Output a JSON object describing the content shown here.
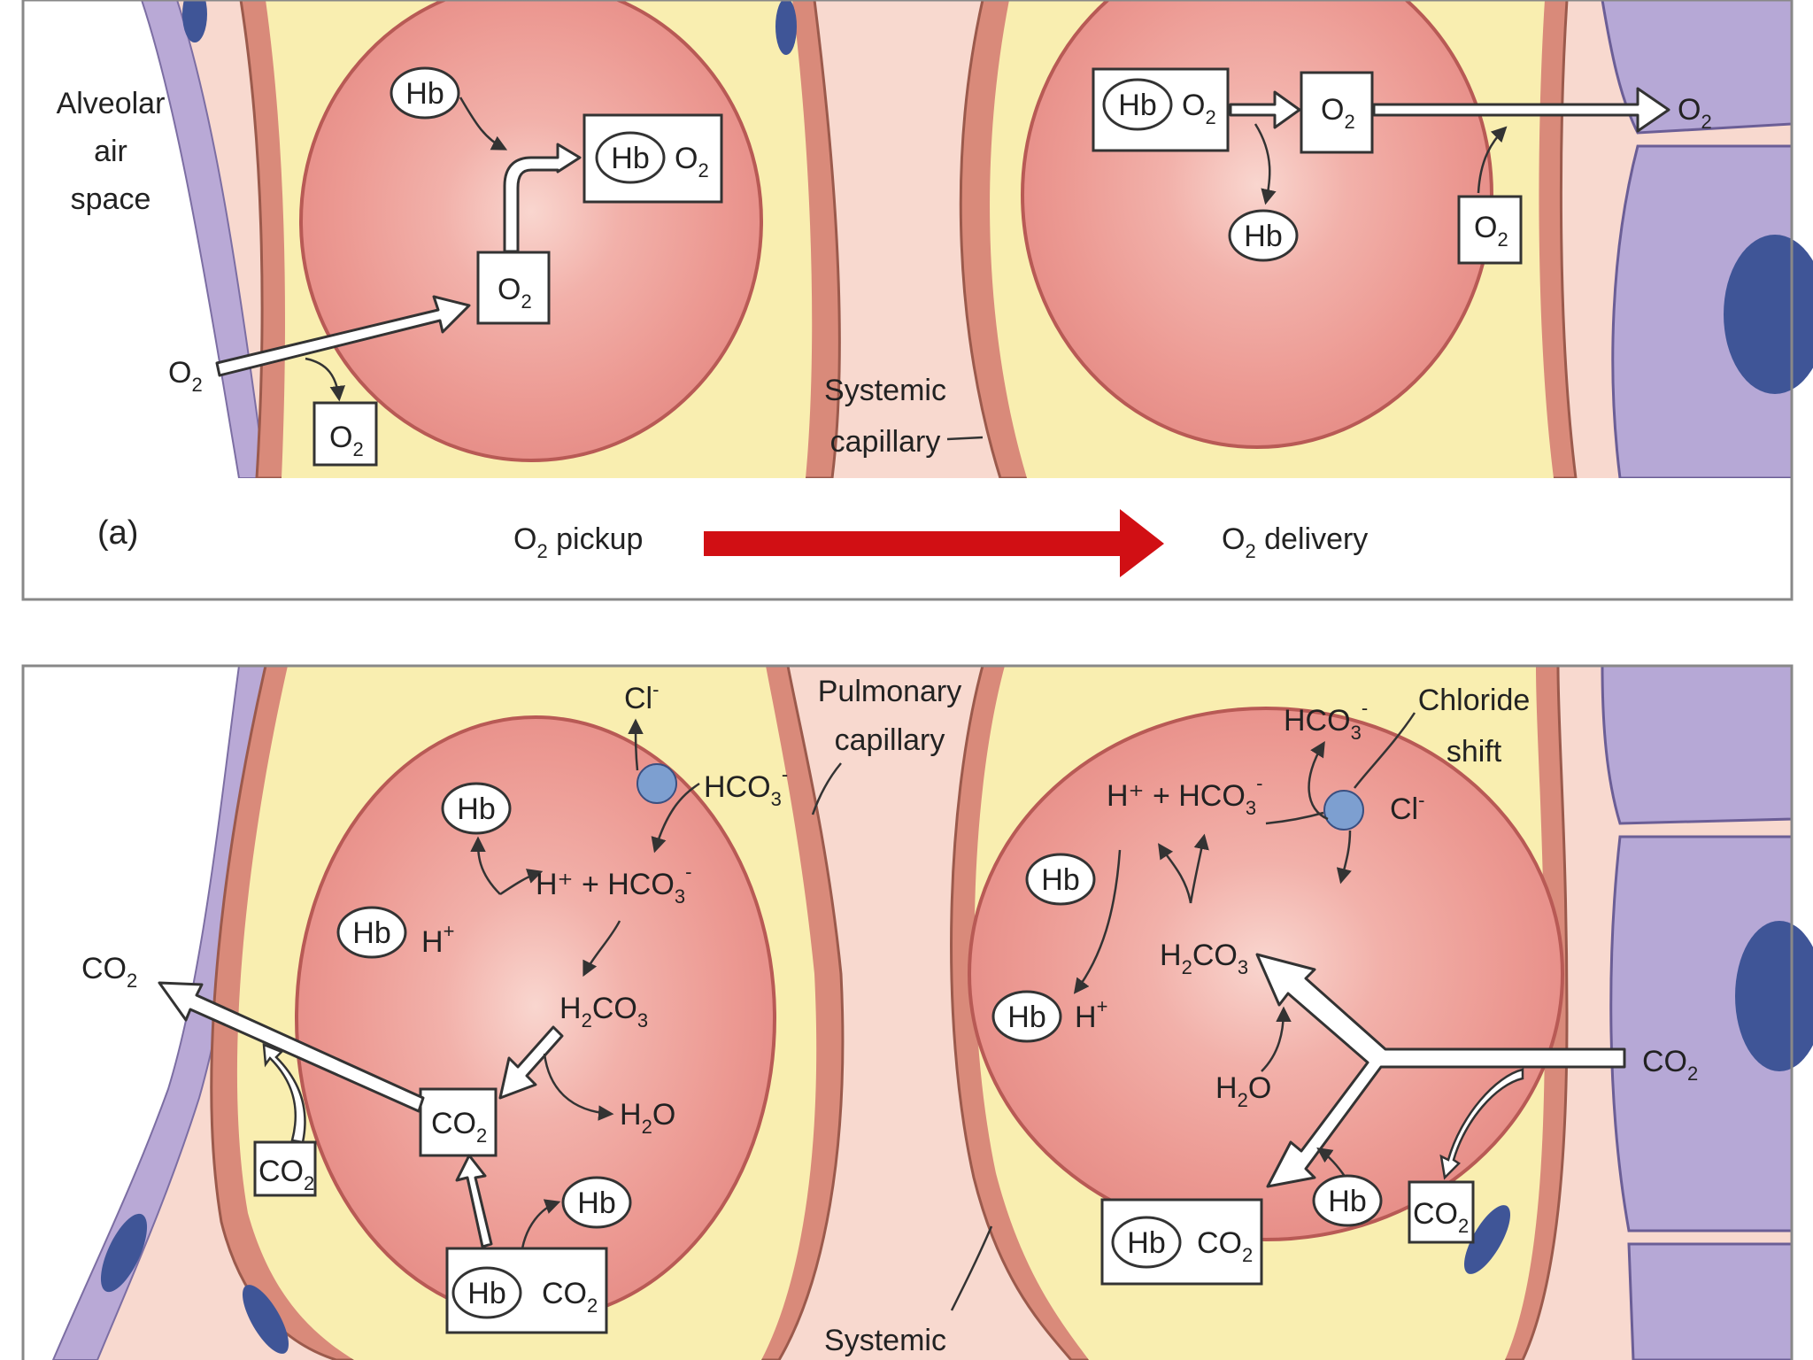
{
  "labels": {
    "alveolar_l1": "Alveolar",
    "alveolar_l2": "air",
    "alveolar_l3": "space",
    "systemic_l1": "Systemic",
    "systemic_l2": "capillary",
    "panel_a": "(a)",
    "pickup_o": "O",
    "pickup_rest": " pickup",
    "delivery_o": "O",
    "delivery_rest": " delivery",
    "pulmonary_l1": "Pulmonary",
    "pulmonary_l2": "capillary",
    "chloride_l1": "Chloride",
    "chloride_l2": "shift",
    "systemic_bottom": "Systemic"
  },
  "chem": {
    "hb": "Hb",
    "o": "O",
    "two": "2",
    "co": "CO",
    "cl": "Cl",
    "minus": "-",
    "hco3": "HCO",
    "three": "3",
    "hplus": "H",
    "plus_sign": "+",
    "h_plus_hco3": "H⁺ + HCO",
    "h2co3_h": "H",
    "h2co3_co": "CO",
    "h2o_h": "H",
    "h2o_o": "O"
  },
  "colors": {
    "alveolar_wall": "#b9a9d6",
    "plasma": "#f9eeb0",
    "capillary_wall": "#d98a7a",
    "rbc": "#ee9e98",
    "rbc_center": "#f7c9c2",
    "tissue_cell": "#b6a8d6",
    "nucleus": "#3f5597",
    "background": "#f8d9cf",
    "red_arrow": "#d10f14",
    "exchanger": "#7d9fd0"
  }
}
